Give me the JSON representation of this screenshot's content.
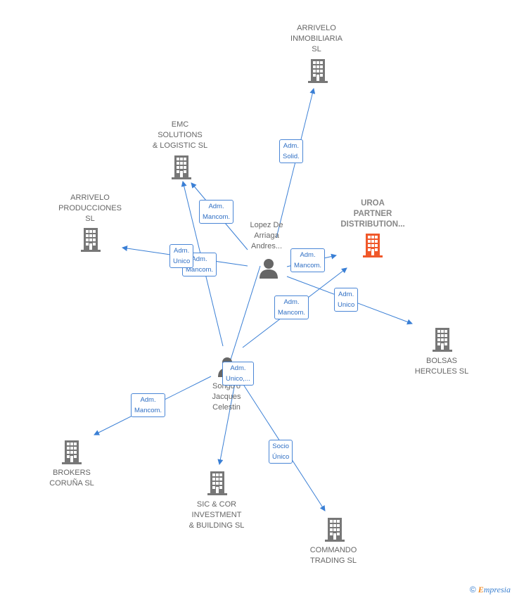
{
  "colors": {
    "edge": "#3a7fd5",
    "building": "#777777",
    "focus_building": "#f0582a",
    "person": "#666666"
  },
  "companies": {
    "arrivelo_inmobiliaria": "ARRIVELO\nINMOBILIARIA\nSL",
    "emc": "EMC\nSOLUTIONS\n& LOGISTIC  SL",
    "arrivelo_producciones": "ARRIVELO\nPRODUCCIONES\nSL",
    "uroa": "UROA\nPARTNER\nDISTRIBUTION...",
    "bolsas": "BOLSAS\nHERCULES  SL",
    "brokers": "BROKERS\nCORUÑA SL",
    "sic": "SIC & COR\nINVESTMENT\n& BUILDING  SL",
    "commando": "COMMANDO\nTRADING  SL"
  },
  "people": {
    "lopez": "Lopez De\nArriaga\nAndres...",
    "songo": "Songo'o\nJacques\nCelestin"
  },
  "edge_labels": {
    "e1": "Adm.\nSolid.",
    "e2": "Adm.\nMancom.",
    "e3": "Adm.\nMancom.",
    "e4": "Adm.\nUnico",
    "e5": "Adm.\nMancom.",
    "e6": "Adm.\nUnico",
    "e7": "Adm.\nMancom.",
    "e8": "Adm.\nUnico,...",
    "e9": "Adm.\nMancom.",
    "e10": "Socio\nÚnico"
  },
  "brand": {
    "copyright": "©",
    "name_first": "E",
    "name_rest": "mpresia"
  }
}
